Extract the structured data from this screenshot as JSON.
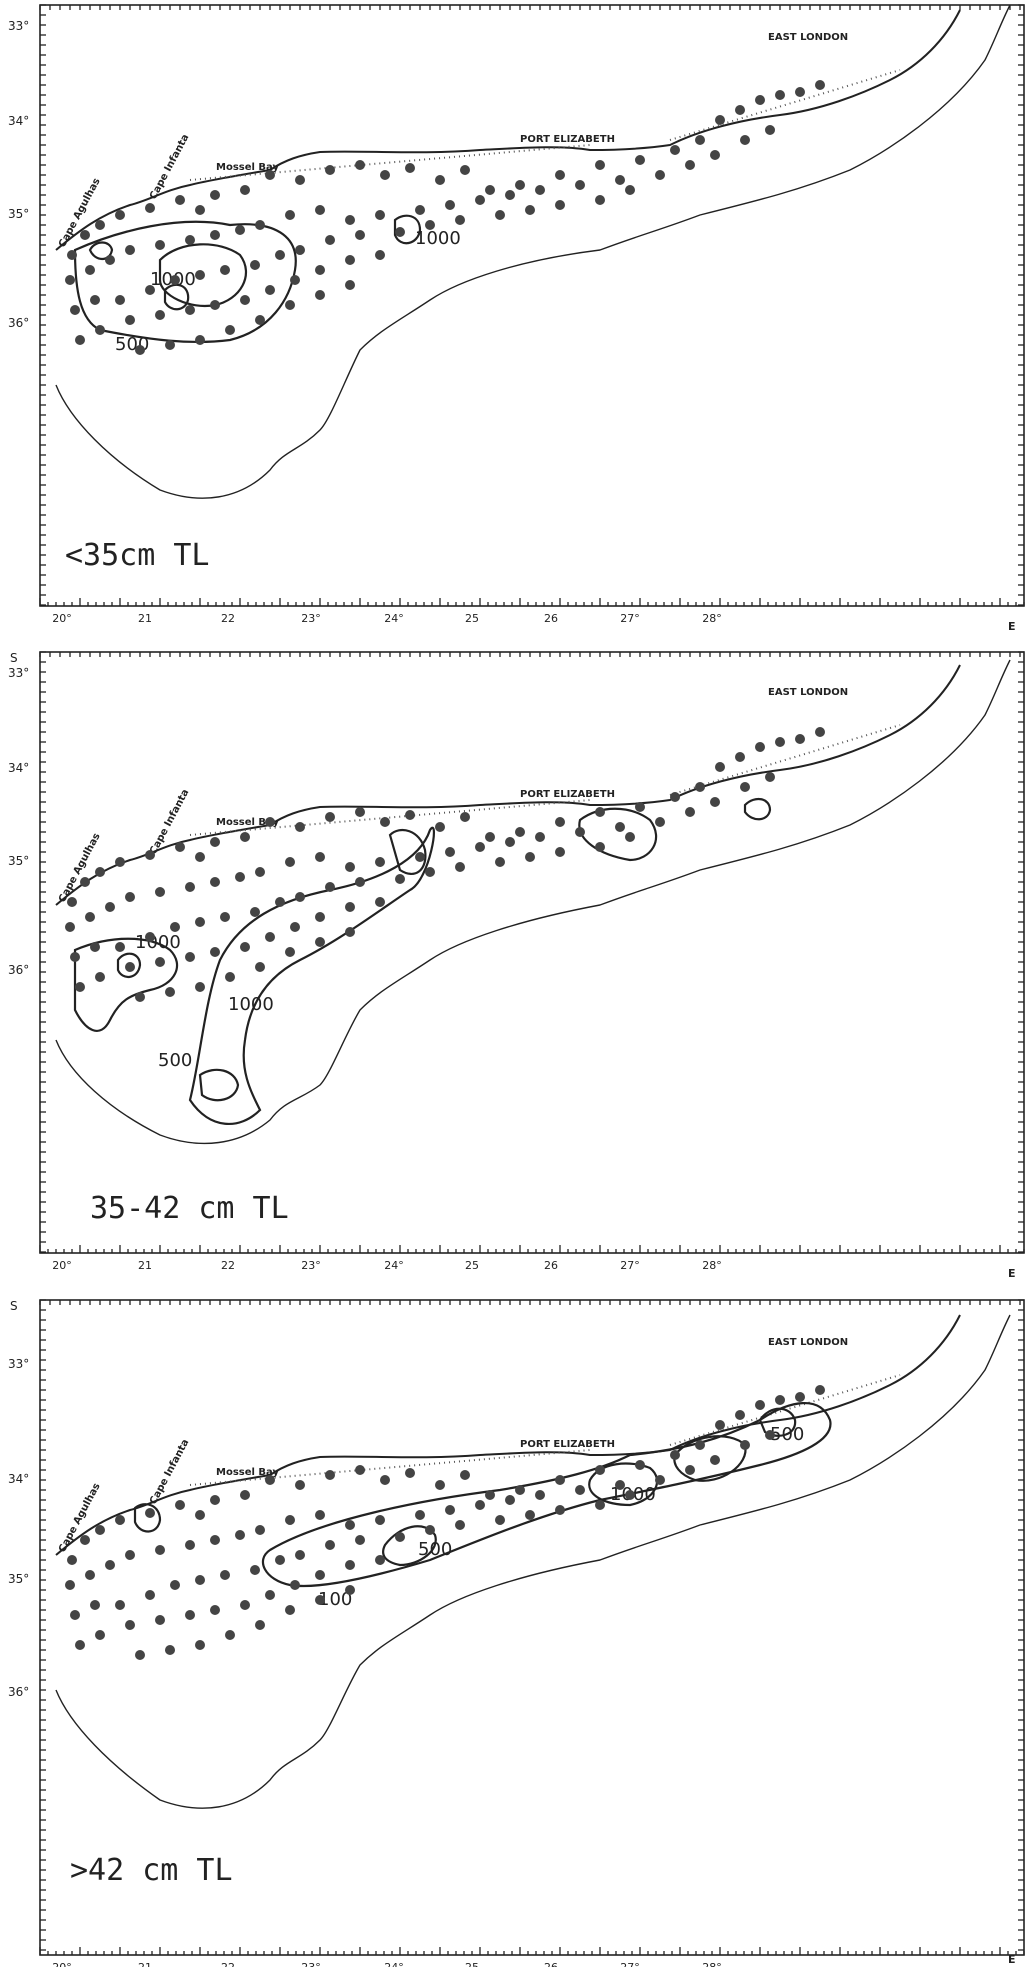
{
  "figure": {
    "longitude_labels": [
      "20°",
      "21",
      "22",
      "23°",
      "24°",
      "25",
      "26",
      "27°",
      "28°",
      "E"
    ],
    "latitude_labels": [
      "33°",
      "34°",
      "35°",
      "36°"
    ],
    "south_label": "S",
    "places": {
      "east_london": "EAST LONDON",
      "port_elizabeth": "PORT ELIZABETH",
      "mossel_bay": "Mossel Bay",
      "cape_agulhas": "Cape Agulhas",
      "cape_infanta": "Cape Infanta"
    },
    "panels": [
      {
        "size_class": "<35cm TL",
        "contour_labels": [
          "1000",
          "1000",
          "500"
        ]
      },
      {
        "size_class": "35-42 cm TL",
        "contour_labels": [
          "1000",
          "1000",
          "500"
        ]
      },
      {
        "size_class": ">42 cm TL",
        "contour_labels": [
          "500",
          "1000",
          "500",
          "100"
        ]
      }
    ]
  }
}
